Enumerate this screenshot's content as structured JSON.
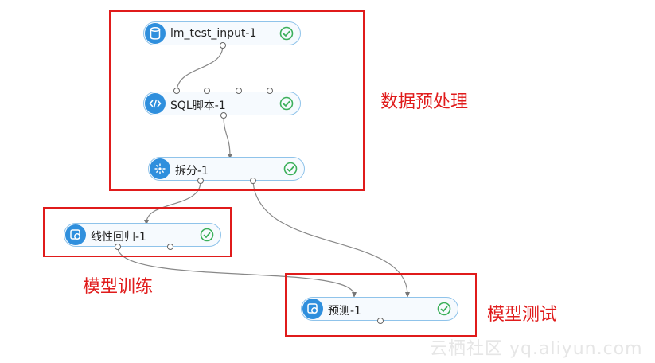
{
  "groups": [
    {
      "id": "preprocess",
      "label": "数据预处理"
    },
    {
      "id": "train",
      "label": "模型训练"
    },
    {
      "id": "test",
      "label": "模型测试"
    }
  ],
  "nodes": [
    {
      "id": "input",
      "label": "lm_test_input-1",
      "icon": "database-icon",
      "status": "success-check-icon"
    },
    {
      "id": "sql",
      "label": "SQL脚本-1",
      "icon": "code-icon",
      "status": "success-check-icon"
    },
    {
      "id": "split",
      "label": "拆分-1",
      "icon": "split-icon",
      "status": "success-check-icon"
    },
    {
      "id": "linreg",
      "label": "线性回归-1",
      "icon": "model-icon",
      "status": "success-check-icon"
    },
    {
      "id": "predict",
      "label": "预测-1",
      "icon": "model-icon",
      "status": "success-check-icon"
    }
  ],
  "colors": {
    "box": "#e01b1b",
    "node_border": "#8fc3ea",
    "icon_bg": "#2f8fdd",
    "check": "#3cb05a",
    "link": "#777777"
  },
  "watermark": "云栖社区 yq.aliyun.com"
}
